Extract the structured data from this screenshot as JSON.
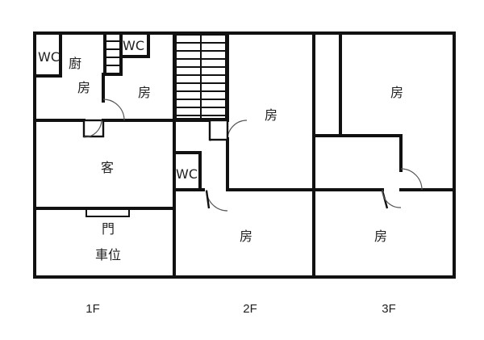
{
  "floors": {
    "f1": {
      "label": "1F",
      "rooms": {
        "wc": "WC",
        "kitchen_a": "廚",
        "kitchen_b": "房",
        "wc2": "WC",
        "room": "房",
        "living": "客",
        "gate": "門",
        "parking": "車位"
      }
    },
    "f2": {
      "label": "2F",
      "rooms": {
        "room_top": "房",
        "wc": "WC",
        "room_bottom": "房"
      }
    },
    "f3": {
      "label": "3F",
      "rooms": {
        "room_top": "房",
        "room_bottom": "房"
      }
    }
  }
}
